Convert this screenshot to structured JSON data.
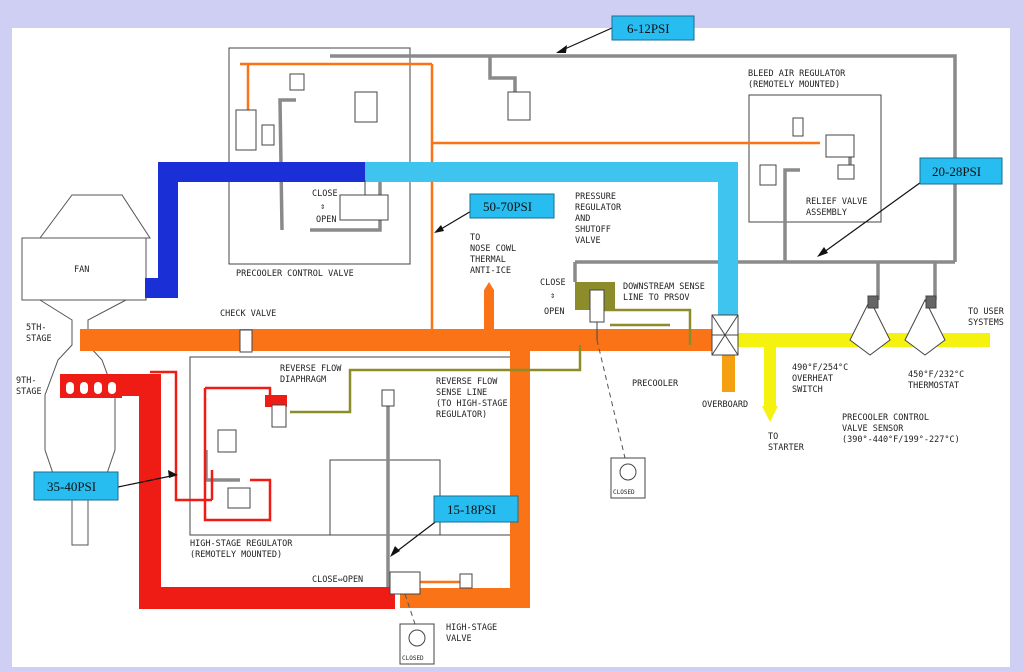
{
  "pressure_labels": {
    "p6_12": "6-12PSI",
    "p20_28": "20-28PSI",
    "p50_70": "50-70PSI",
    "p35_40": "35-40PSI",
    "p15_18": "15-18PSI"
  },
  "components": {
    "fan": "FAN",
    "stage5": [
      "5TH-",
      "STAGE"
    ],
    "stage9": [
      "9TH-",
      "STAGE"
    ],
    "precooler_control_valve": "PRECOOLER CONTROL VALVE",
    "close": "CLOSE",
    "open": "OPEN",
    "check_valve": "CHECK VALVE",
    "nose_cowl": [
      "TO",
      "NOSE COWL",
      "THERMAL",
      "ANTI-ICE"
    ],
    "prsov": [
      "PRESSURE",
      "REGULATOR",
      "AND",
      "SHUTOFF",
      "VALVE"
    ],
    "prsov_close": "CLOSE",
    "prsov_open": "OPEN",
    "downstream_sense": [
      "DOWNSTREAM SENSE",
      "LINE TO PRSOV"
    ],
    "bleed_air_regulator": [
      "BLEED AIR REGULATOR",
      "(REMOTELY MOUNTED)"
    ],
    "relief_valve": [
      "RELIEF VALVE",
      "ASSEMBLY"
    ],
    "to_user_systems": [
      "TO USER",
      "SYSTEMS"
    ],
    "reverse_flow_diaphragm": [
      "REVERSE FLOW",
      "DIAPHRAGM"
    ],
    "reverse_flow_sense": [
      "REVERSE FLOW",
      "SENSE LINE",
      "(TO HIGH-STAGE",
      "REGULATOR)"
    ],
    "precooler": "PRECOOLER",
    "overboard": "OVERBOARD",
    "overheat_switch": [
      "490°F/254°C",
      "OVERHEAT",
      "SWITCH"
    ],
    "thermostat": [
      "450°F/232°C",
      "THERMOSTAT"
    ],
    "to_starter": [
      "TO",
      "STARTER"
    ],
    "precooler_sensor": [
      "PRECOOLER CONTROL",
      "VALVE SENSOR",
      "(390°-440°F/199°-227°C)"
    ],
    "high_stage_regulator": [
      "HIGH-STAGE REGULATOR",
      "(REMOTELY MOUNTED)"
    ],
    "close_open": "CLOSE⇔OPEN",
    "high_stage_valve": [
      "HIGH-STAGE",
      "VALVE"
    ],
    "closed": "CLOSED"
  },
  "colors": {
    "fan_air_dark": "#1a2fd6",
    "fan_air_light": "#3fc4ef",
    "low_stage": "#fa7417",
    "high_stage": "#ee1c14",
    "mixed_out": "#f5f20f",
    "sense_line": "#8c8c2a",
    "tube": "#8a8a8a",
    "label_box": "#27bdf0"
  }
}
